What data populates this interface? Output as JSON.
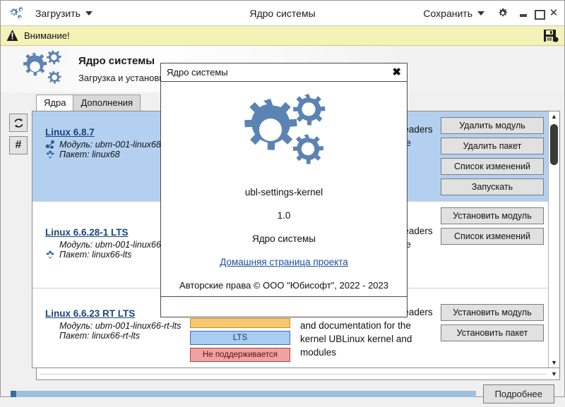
{
  "titlebar": {
    "logo_icon": "gears-icon",
    "load_menu": "Загрузить",
    "title": "Ядро системы",
    "save_menu": "Сохранить",
    "gear_icon": "gear-icon",
    "minimize_icon": "minimize-icon",
    "maximize_icon": "maximize-icon",
    "close_icon": "close-icon",
    "close_glyph": "✕"
  },
  "warning": {
    "icon": "warning-icon",
    "text": "Внимание!",
    "save_icon": "floppy-save-icon",
    "bg_color": "#f5f2b8"
  },
  "banner": {
    "logo_icon": "gears-logo",
    "title": "Ядро системы",
    "subtitle": "Загрузка и установка ядра системы по требованию",
    "accent_color": "#5b83b3"
  },
  "tabs": [
    {
      "label": "Ядра",
      "active": true
    },
    {
      "label": "Дополнения",
      "active": false
    }
  ],
  "side_tools": [
    {
      "name": "refresh-button",
      "glyph": "⟳"
    },
    {
      "name": "hash-button",
      "glyph": "#"
    }
  ],
  "kernels": [
    {
      "title": "Linux 6.8.7",
      "module_label": "Модуль: ubm-001-linux68",
      "package_label": "Пакет: linux68",
      "module_icon": "network-share-icon",
      "package_icon": "package-box-icon",
      "badges": [],
      "description": "Linux kernel, modules, headers and documentation for the kernel UBLinux kernel",
      "selected": true,
      "actions": [
        "Удалить модуль",
        "Удалить пакет",
        "Список изменений",
        "Запускать"
      ]
    },
    {
      "title": "Linux 6.6.28-1 LTS",
      "module_label": "Модуль: ubm-001-linux66-lts",
      "package_label": "Пакет: linux66-lts",
      "module_icon": "network-share-icon",
      "package_icon": "package-box-icon",
      "badges": [],
      "description": "Linux kernel, modules, headers and documentation for the kernel UBLinux kernel",
      "selected": false,
      "actions": [
        "Установить модуль",
        "Список изменений"
      ]
    },
    {
      "title": "Linux 6.6.23 RT LTS",
      "module_label": "Модуль: ubm-001-linux66-rt-lts",
      "package_label": "Пакет: linux66-rt-lts",
      "module_icon": "network-share-icon",
      "package_icon": "package-box-icon",
      "badges": [
        {
          "label": "",
          "type": "orange"
        },
        {
          "label": "LTS",
          "type": "lts"
        },
        {
          "label": "Не поддерживается",
          "type": "unsupported"
        }
      ],
      "description": "Linux kernel, modules, headers and documentation for the kernel UBLinux kernel and modules",
      "selected": false,
      "actions": [
        "Установить модуль",
        "Установить пакет"
      ]
    }
  ],
  "scrollbars": {
    "up_glyph": "▲",
    "down_glyph": "▼",
    "left_glyph": "◀",
    "right_glyph": "▼"
  },
  "bottom": {
    "progress_percent": 2,
    "progress_track_color": "#9fc0dd",
    "progress_fill_color": "#2f6ea8",
    "more_button": "Подробнее"
  },
  "dialog": {
    "title": "Ядро системы",
    "close_glyph": "✖",
    "logo_icon": "gears-logo",
    "app_name": "ubl-settings-kernel",
    "version": "1.0",
    "description": "Ядро системы",
    "homepage_link": "Домашняя страница проекта",
    "copyright": "Авторские права © ООО \"Юбисофт\", 2022 - 2023"
  }
}
